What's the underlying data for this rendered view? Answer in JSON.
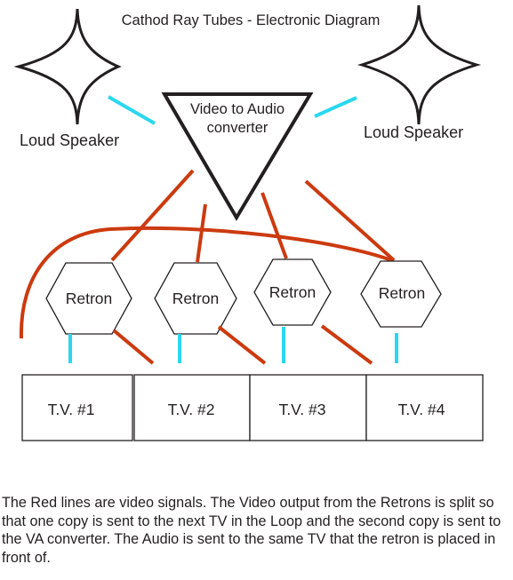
{
  "title": "Cathod Ray Tubes - Electronic Diagram",
  "speakers": [
    {
      "label": "Loud Speaker"
    },
    {
      "label": "Loud Speaker"
    }
  ],
  "converter": {
    "label_lines": [
      "Video to Audio",
      "converter"
    ]
  },
  "retrons": [
    {
      "label": "Retron"
    },
    {
      "label": "Retron"
    },
    {
      "label": "Retron"
    },
    {
      "label": "Retron"
    }
  ],
  "tvs": [
    {
      "label": "T.V. #1"
    },
    {
      "label": "T.V. #2"
    },
    {
      "label": "T.V. #3"
    },
    {
      "label": "T.V. #4"
    }
  ],
  "colors": {
    "video_signal": "#cc3a0f",
    "audio_signal": "#2ad7ee",
    "outline": "#231f20"
  },
  "caption": "The Red lines are video signals. The Video output from the Retrons is split so that one copy is sent to the next TV in the Loop and the second copy is sent to the VA converter. The Audio is sent to the same TV that the retron is placed in front of."
}
